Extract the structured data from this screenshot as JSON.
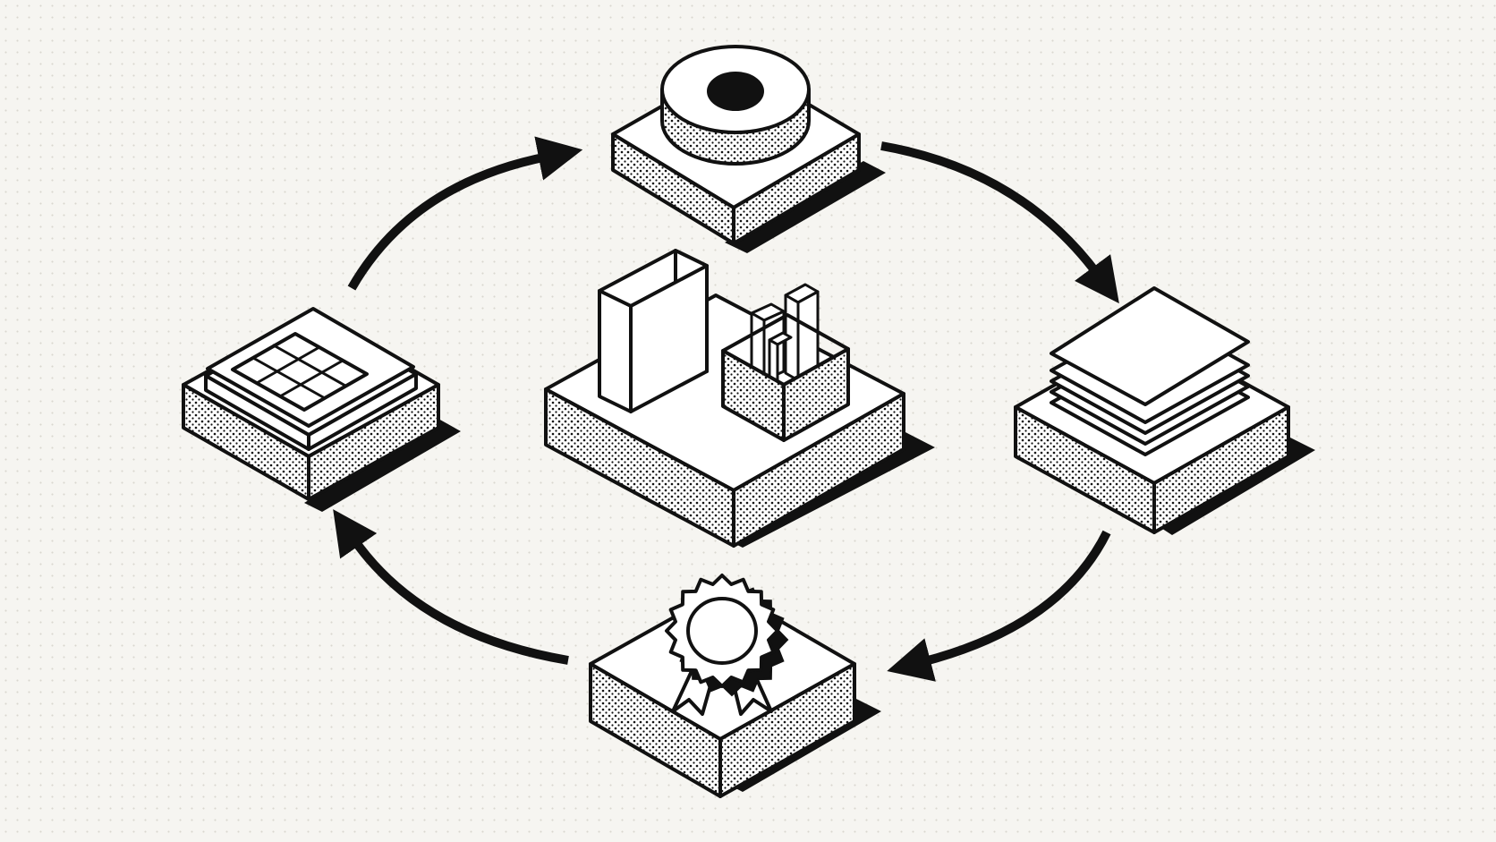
{
  "diagram": {
    "type": "isometric-cycle",
    "direction": "clockwise",
    "nodes": [
      {
        "id": "center",
        "icon": "binder-and-bar-chart-icon"
      },
      {
        "id": "top",
        "icon": "ring-target-icon"
      },
      {
        "id": "right",
        "icon": "stacked-sheets-icon"
      },
      {
        "id": "bottom",
        "icon": "award-ribbon-icon"
      },
      {
        "id": "left",
        "icon": "calendar-grid-icon"
      }
    ],
    "edges": [
      {
        "from": "left",
        "to": "top"
      },
      {
        "from": "top",
        "to": "right"
      },
      {
        "from": "right",
        "to": "bottom"
      },
      {
        "from": "bottom",
        "to": "left"
      }
    ],
    "colors": {
      "ink": "#111111",
      "background": "#f6f5f1",
      "face": "#ffffff"
    }
  }
}
